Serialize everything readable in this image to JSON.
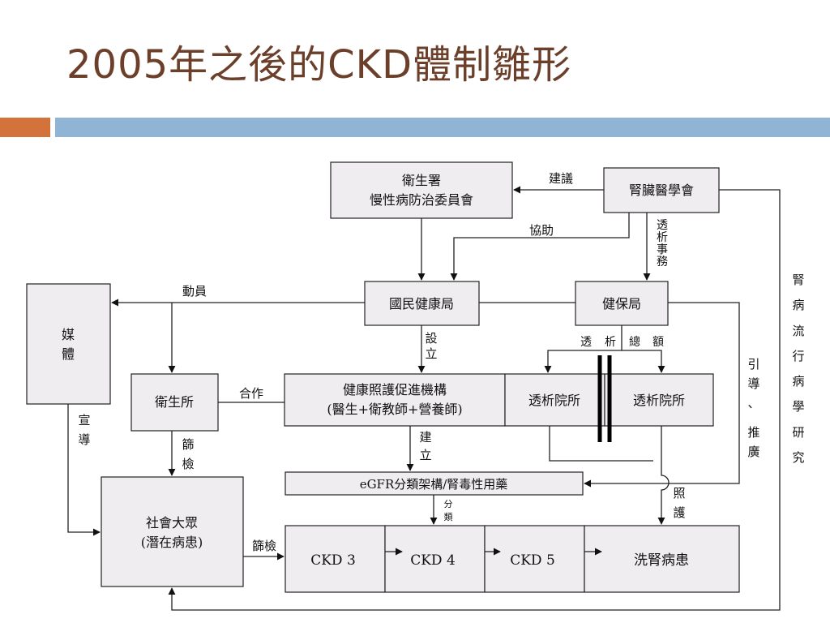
{
  "slide": {
    "title": "2005年之後的CKD體制雛形"
  },
  "diagram": {
    "nodes": {
      "doh_committee": [
        "衛生署",
        "慢性病防治委員會"
      ],
      "nephrology_society": "腎臟醫學會",
      "hpa": "國民健康局",
      "nhi": "健保局",
      "media": [
        "媒",
        "體"
      ],
      "health_station": "衛生所",
      "health_promotion": [
        "健康照護促進機構",
        "(醫生+衛教師+營養師)"
      ],
      "dialysis_clinic_1": "透析院所",
      "dialysis_clinic_2": "透析院所",
      "egfr_system": "eGFR分類架構/腎毒性用藥",
      "public": [
        "社會大眾",
        "(潛在病患)"
      ],
      "ckd3": "CKD 3",
      "ckd4": "CKD 4",
      "ckd5": "CKD 5",
      "dialysis_patients": "洗腎病患"
    },
    "edges": {
      "advise": "建議",
      "assist": "協助",
      "dialysis_affairs": [
        "透",
        "析",
        "事",
        "務"
      ],
      "mobilize": "動員",
      "establish_1": [
        "設",
        "立"
      ],
      "dialysis_budget": [
        "透",
        "析",
        "總",
        "額"
      ],
      "cooperate": "合作",
      "promote": [
        "宣",
        "導"
      ],
      "screening_1": [
        "篩",
        "檢"
      ],
      "establish_2": [
        "建",
        "立"
      ],
      "guide_promote": [
        "引",
        "導",
        "、",
        "推",
        "廣"
      ],
      "epidemiology": [
        "腎",
        "病",
        "流",
        "行",
        "病",
        "學",
        "研",
        "究"
      ],
      "classify": [
        "分",
        "類"
      ],
      "care": [
        "照",
        "護"
      ],
      "screening_2": "篩檢"
    }
  }
}
